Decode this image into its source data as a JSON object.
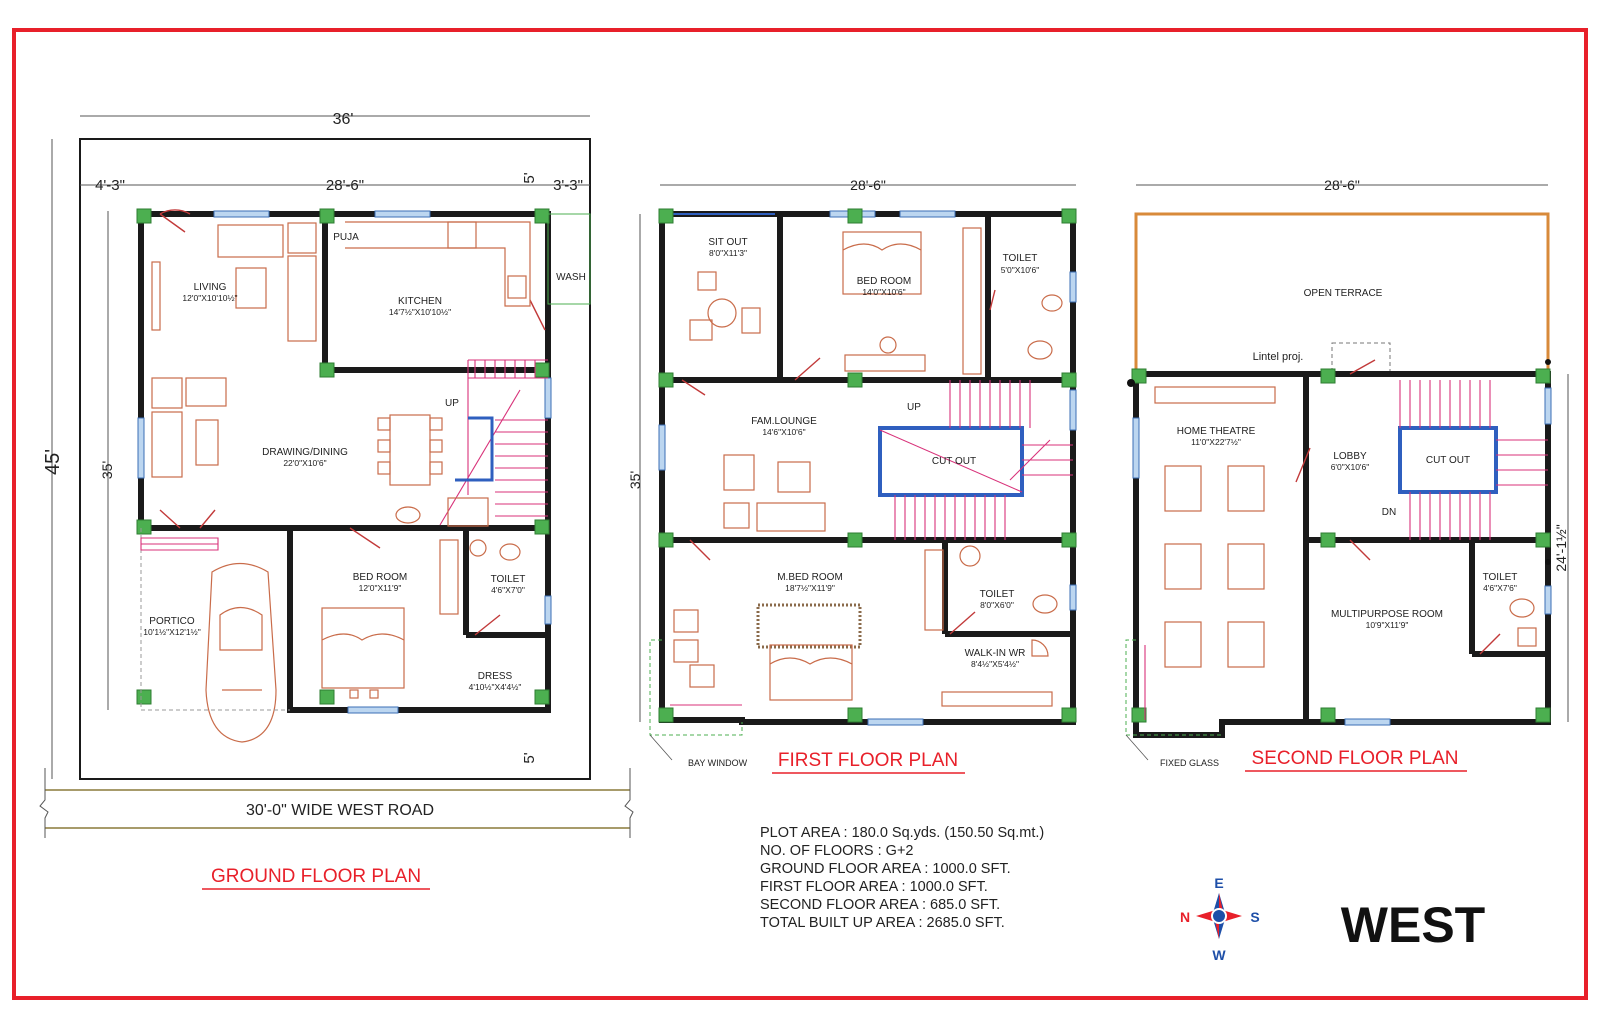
{
  "colors": {
    "border": "#e8202a",
    "wall": "#1a1a1a",
    "furniture": "#c96c4a",
    "stair": "#d8327a",
    "column": "#4caf50",
    "window": "#3b6fb6",
    "terrace": "#d88a3a"
  },
  "ground": {
    "title": "GROUND FLOOR PLAN",
    "dims": {
      "overall_width": "36'",
      "overall_depth": "45'",
      "left_setback": "4'-3\"",
      "inner_width": "28'-6\"",
      "right_setback": "3'-3\"",
      "top_setback": "5'",
      "bottom_setback": "5'",
      "inner_depth": "35'"
    },
    "road": "30'-0\" WIDE WEST ROAD",
    "rooms": {
      "puja": "PUJA",
      "wash": "WASH",
      "living": "LIVING",
      "living_size": "12'0\"X10'10½\"",
      "kitchen": "KITCHEN",
      "kitchen_size": "14'7½\"X10'10½\"",
      "drawing": "DRAWING/DINING",
      "drawing_size": "22'0\"X10'6\"",
      "up": "UP",
      "bed": "BED ROOM",
      "bed_size": "12'0\"X11'9\"",
      "toilet": "TOILET",
      "toilet_size": "4'6\"X7'0\"",
      "dress": "DRESS",
      "dress_size": "4'10½\"X4'4½\"",
      "portico": "PORTICO",
      "portico_size": "10'1½\"X12'1½\""
    }
  },
  "first": {
    "title": "FIRST FLOOR PLAN",
    "dims": {
      "width": "28'-6\"",
      "depth": "35'"
    },
    "rooms": {
      "sitout": "SIT OUT",
      "sitout_size": "8'0\"X11'3\"",
      "bed": "BED ROOM",
      "bed_size": "14'0\"X10'6\"",
      "toilet1": "TOILET",
      "toilet1_size": "5'0\"X10'6\"",
      "lounge": "FAM.LOUNGE",
      "lounge_size": "14'6\"X10'6\"",
      "up": "UP",
      "cutout": "CUT OUT",
      "mbed": "M.BED ROOM",
      "mbed_size": "18'7½\"X11'9\"",
      "toilet2": "TOILET",
      "toilet2_size": "8'0\"X6'0\"",
      "walkin": "WALK-IN WR",
      "walkin_size": "8'4½\"X5'4½\"",
      "bay": "BAY WINDOW"
    }
  },
  "second": {
    "title": "SECOND FLOOR PLAN",
    "dims": {
      "width": "28'-6\"",
      "depth": "24'-1½\""
    },
    "rooms": {
      "terrace": "OPEN TERRACE",
      "lintel": "Lintel proj.",
      "theatre": "HOME THEATRE",
      "theatre_size": "11'0\"X22'7½\"",
      "lobby": "LOBBY",
      "lobby_size": "6'0\"X10'6\"",
      "cutout": "CUT OUT",
      "dn": "DN",
      "toilet": "TOILET",
      "toilet_size": "4'6\"X7'6\"",
      "multi": "MULTIPURPOSE ROOM",
      "multi_size": "10'9\"X11'9\"",
      "fixed": "FIXED GLASS"
    }
  },
  "info": [
    "PLOT AREA : 180.0 Sq.yds. (150.50 Sq.mt.)",
    "NO. OF FLOORS : G+2",
    "GROUND FLOOR AREA : 1000.0 SFT.",
    "FIRST FLOOR AREA : 1000.0 SFT.",
    "SECOND FLOOR AREA : 685.0 SFT.",
    "TOTAL BUILT UP AREA : 2685.0 SFT."
  ],
  "compass": {
    "north": "N",
    "east": "E",
    "south": "S",
    "west": "W"
  },
  "facing": "WEST"
}
